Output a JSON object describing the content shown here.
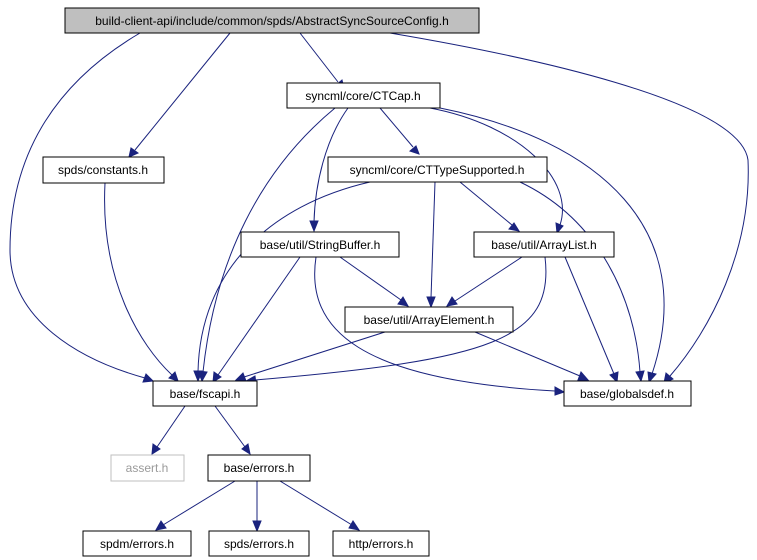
{
  "colors": {
    "edge": "#1a237e",
    "root_fill": "#bfbfbf",
    "node_border": "#000000",
    "missing_border": "#bfbfbf"
  },
  "nodes": {
    "root": "build-client-api/include/common/spds/AbstractSyncSourceConfig.h",
    "ctcap": "syncml/core/CTCap.h",
    "constants": "spds/constants.h",
    "cttype": "syncml/core/CTTypeSupported.h",
    "strbuf": "base/util/StringBuffer.h",
    "arraylist": "base/util/ArrayList.h",
    "arrayelem": "base/util/ArrayElement.h",
    "fscapi": "base/fscapi.h",
    "globalsdef": "base/globalsdef.h",
    "assert": "assert.h",
    "errors": "base/errors.h",
    "spdm_errors": "spdm/errors.h",
    "spds_errors": "spds/errors.h",
    "http_errors": "http/errors.h"
  }
}
